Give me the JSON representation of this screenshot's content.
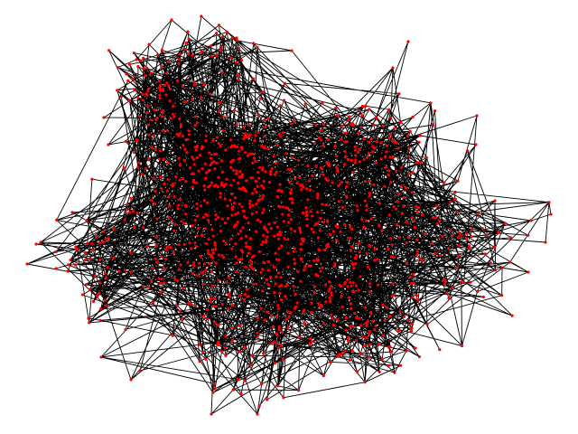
{
  "graph": {
    "type": "network",
    "edge_color": "#000000",
    "node_color": "#ff0000",
    "background": "#ffffff",
    "labels": false,
    "node_count_estimate": 1200,
    "edge_count_estimate": 3000
  }
}
